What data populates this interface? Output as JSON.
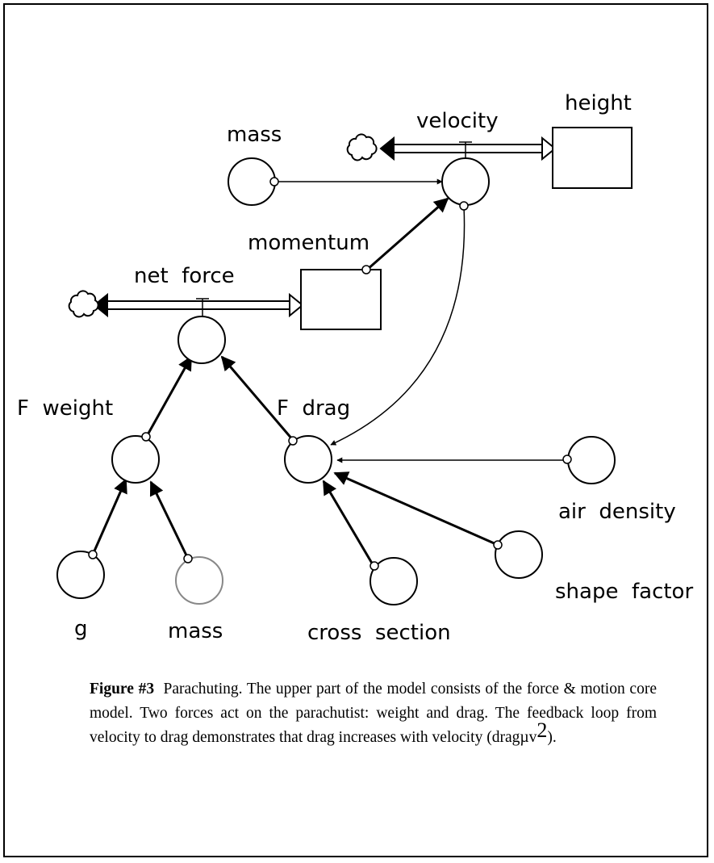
{
  "diagram": {
    "labels": {
      "mass_top": "mass",
      "velocity": "velocity",
      "height": "height",
      "momentum": "momentum",
      "net_force": "net  force",
      "f_weight": "F  weight",
      "f_drag": "F  drag",
      "air_density": "air  density",
      "shape_factor": "shape  factor",
      "g": "g",
      "mass_bottom": "mass",
      "cross_section": "cross  section"
    }
  },
  "caption": {
    "figure_label": "Figure #3",
    "text": "Parachuting. The upper part of the model consists of the force & motion core model. Two forces act on the parachutist: weight and drag. The feedback loop from velocity to drag demonstrates that drag increases with velocity (dragµv",
    "superscript": "2",
    "tail": ")."
  }
}
